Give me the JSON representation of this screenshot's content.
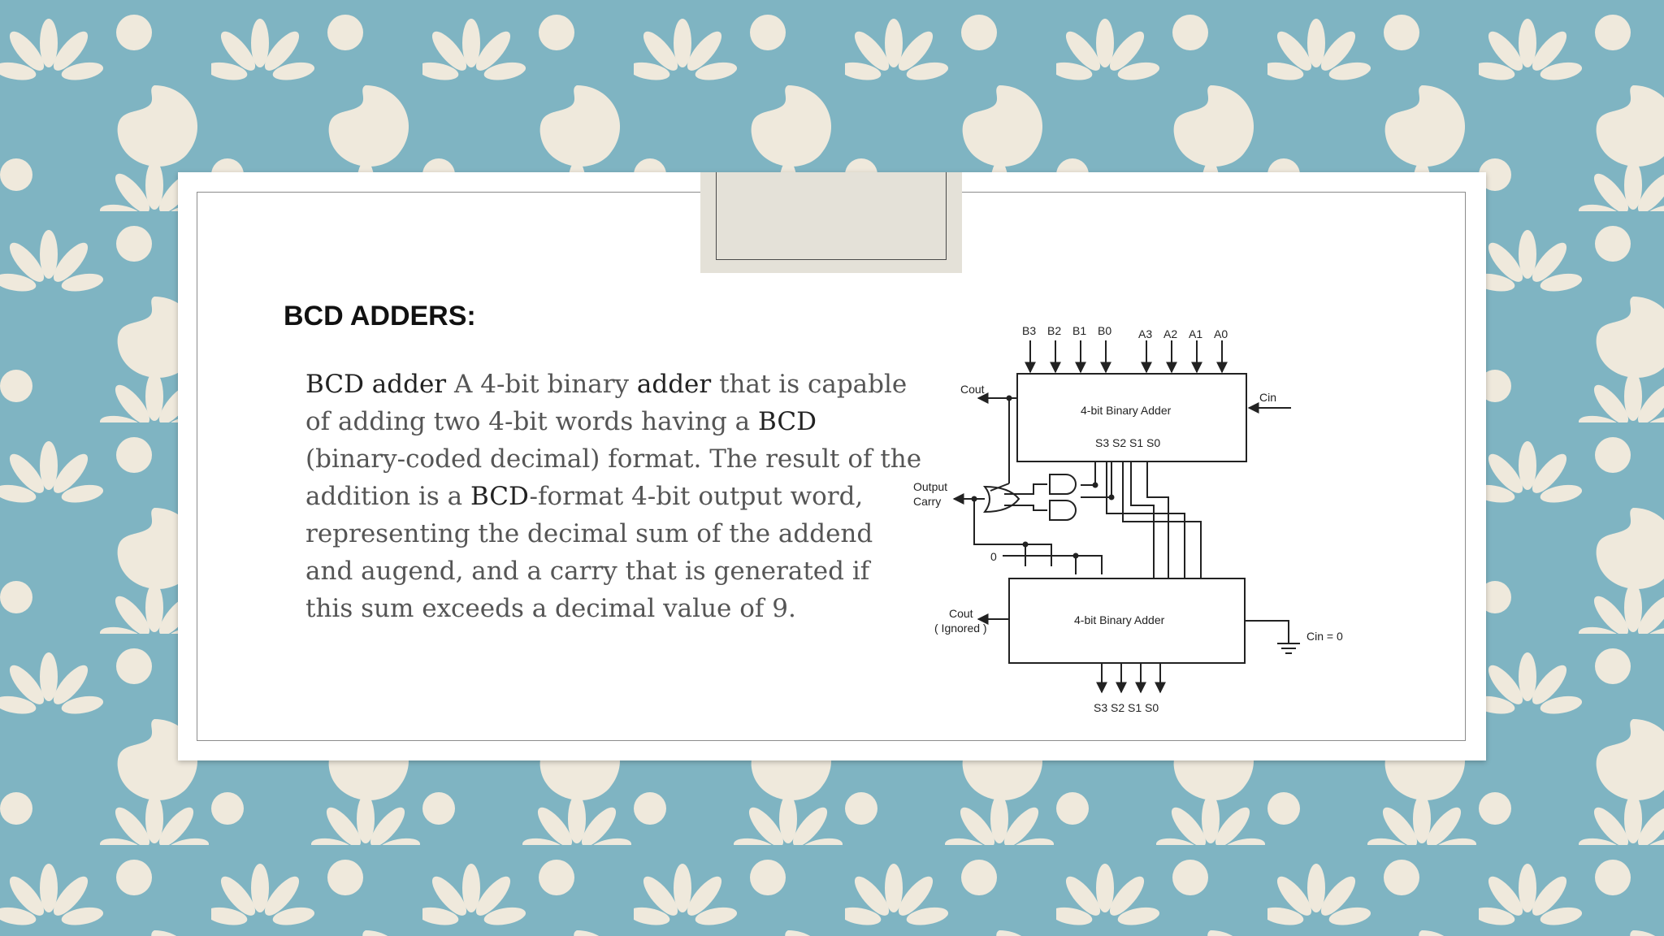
{
  "slide": {
    "heading": "BCD ADDERS:",
    "paragraph": {
      "t1": "BCD adder",
      "t2": " A 4-bit binary ",
      "t3": "adder",
      "t4": " that is capable of adding two 4-bit words having a ",
      "t5": "BCD",
      "t6": " (binary-coded decimal) format. The result of the addition is a ",
      "t7": "BCD",
      "t8": "-format 4-bit output word, representing the decimal sum of the addend and augend, and a carry that is generated if this sum exceeds a decimal value of 9."
    }
  },
  "diagram": {
    "b_inputs": [
      "B3",
      "B2",
      "B1",
      "B0"
    ],
    "a_inputs": [
      "A3",
      "A2",
      "A1",
      "A0"
    ],
    "top_adder_label": "4-bit Binary Adder",
    "bottom_adder_label": "4-bit Binary Adder",
    "top_sum_label": "S3 S2 S1 S0",
    "bottom_sum_label": "S3 S2 S1 S0",
    "cout_top": "Cout",
    "cin_top": "Cin",
    "output_carry_1": "Output",
    "output_carry_2": "Carry",
    "zero_label": "0",
    "cout_bottom": "Cout",
    "ignored_label": "( Ignored )",
    "cin_bottom": "Cin = 0"
  },
  "colors": {
    "background": "#7fb4c2",
    "pattern": "#efe9dc",
    "slide": "#ffffff",
    "tab": "#e4e1d8"
  }
}
